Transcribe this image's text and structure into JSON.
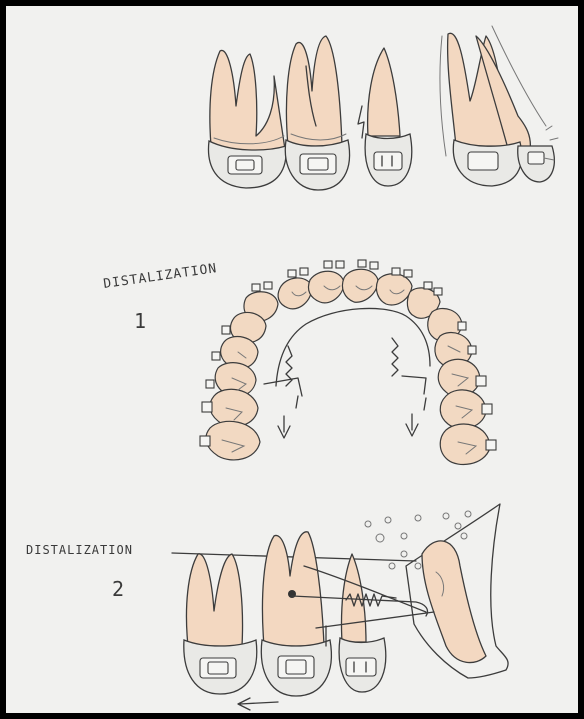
{
  "labels": {
    "figure1_title": "DISTALIZATION",
    "figure1_number": "1",
    "figure2_title": "DISTALIZATION",
    "figure2_number": "2"
  },
  "colors": {
    "tooth_fill": "#f3d8c1",
    "paper": "#f1f1ef",
    "pencil": "#3c3c3c",
    "border": "#000000"
  }
}
